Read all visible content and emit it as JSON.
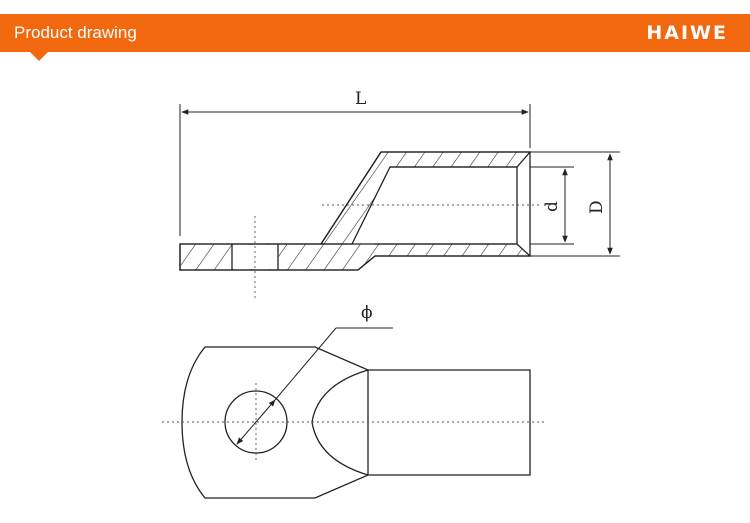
{
  "header": {
    "title": "Product drawing",
    "logo": "HAIWE",
    "accent_color": "#f2680e"
  },
  "drawing": {
    "dimension_labels": {
      "length": "L",
      "inner_diameter": "d",
      "outer_diameter": "D",
      "hole_diameter": "ϕ"
    }
  }
}
